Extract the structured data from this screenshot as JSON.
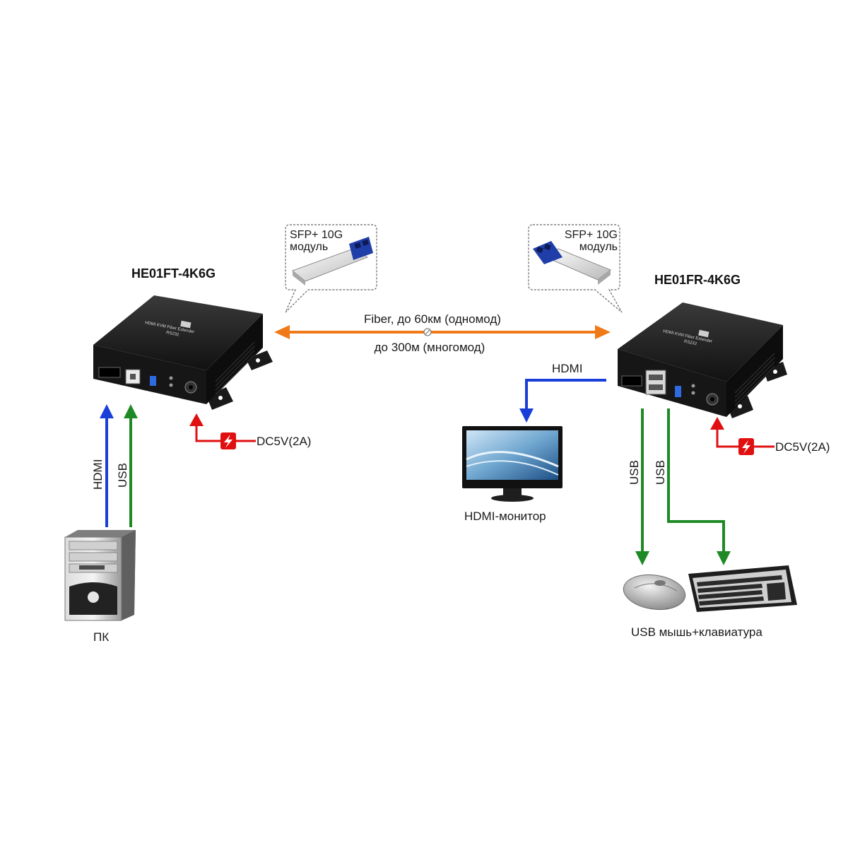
{
  "colors": {
    "hdmi": "#1a3fd8",
    "usb": "#1f8a25",
    "power": "#e01010",
    "fiber": "#f07a17",
    "device_body": "#1c1c1c"
  },
  "transmitter": {
    "model": "HE01FT-4K6G",
    "sfp_label_line1": "SFP+ 10G",
    "sfp_label_line2": "модуль",
    "power_label": "DC5V(2A)",
    "link_hdmi": "HDMI",
    "link_usb": "USB",
    "pc_label": "ПК"
  },
  "fiber_link": {
    "line1": "Fiber, до 60км (одномод)",
    "line2": "до 300м (многомод)"
  },
  "receiver": {
    "model": "HE01FR-4K6G",
    "sfp_label_line1": "SFP+ 10G",
    "sfp_label_line2": "модуль",
    "power_label": "DC5V(2A)",
    "link_hdmi": "HDMI",
    "monitor_label": "HDMI-монитор",
    "link_usb_1": "USB",
    "link_usb_2": "USB",
    "peripherals_label": "USB мышь+клавиатура"
  },
  "device_faceplate": {
    "title": "HDMI KVM Fiber Extender",
    "subtitle": "RS232"
  },
  "icons": [
    "sfp-module",
    "pc-tower",
    "monitor",
    "mouse",
    "keyboard",
    "power-bolt"
  ]
}
